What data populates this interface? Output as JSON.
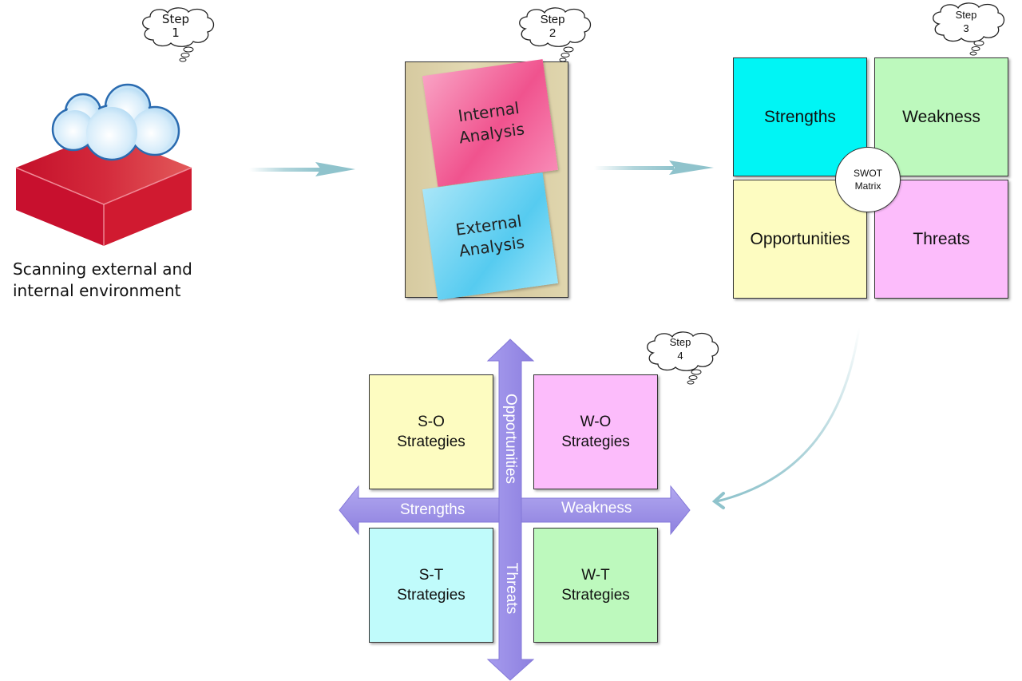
{
  "steps": [
    {
      "label": "Step",
      "number": "1"
    },
    {
      "label": "Step",
      "number": "2"
    },
    {
      "label": "Step",
      "number": "3"
    },
    {
      "label": "Step",
      "number": "4"
    }
  ],
  "step1": {
    "icon": "cloud-server-icon",
    "caption_line1": "Scanning external and",
    "caption_line2": "internal environment"
  },
  "step2": {
    "internal_line1": "Internal",
    "internal_line2": "Analysis",
    "external_line1": "External",
    "external_line2": "Analysis"
  },
  "step3": {
    "quadrants": [
      {
        "label": "Strengths",
        "color": "#00f5f5"
      },
      {
        "label": "Weakness",
        "color": "#bdf9bd"
      },
      {
        "label": "Opportunities",
        "color": "#fdfcc1"
      },
      {
        "label": "Threats",
        "color": "#fcbcfb"
      }
    ],
    "center_line1": "SWOT",
    "center_line2": "Matrix"
  },
  "step4": {
    "quadrants": [
      {
        "line1": "S-O",
        "line2": "Strategies",
        "color": "#fdfcc1"
      },
      {
        "line1": "W-O",
        "line2": "Strategies",
        "color": "#fcbcfb"
      },
      {
        "line1": "S-T",
        "line2": "Strategies",
        "color": "#c0fbfb"
      },
      {
        "line1": "W-T",
        "line2": "Strategies",
        "color": "#bdf9bd"
      }
    ],
    "axis": {
      "left": "Strengths",
      "right": "Weakness",
      "top": "Opportunities",
      "bottom": "Threats"
    },
    "arrow_color": "#9a8ee6"
  },
  "connector_color": "#8fc3cc"
}
